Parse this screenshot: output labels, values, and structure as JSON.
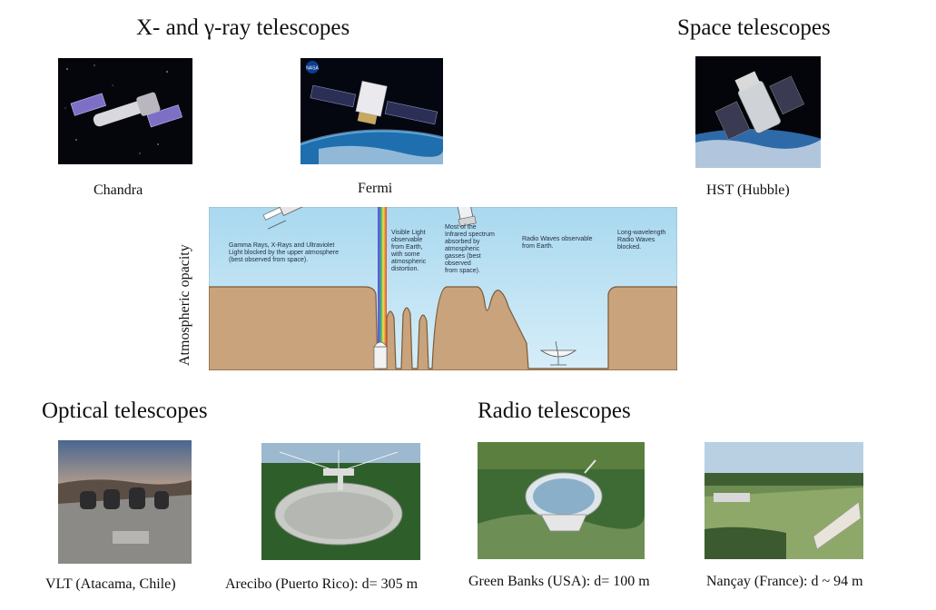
{
  "headings": {
    "xgamma": "X- and γ-ray telescopes",
    "space": "Space telescopes",
    "optical": "Optical telescopes",
    "radio": "Radio telescopes"
  },
  "captions": {
    "chandra": "Chandra",
    "fermi": "Fermi",
    "hst": "HST (Hubble)",
    "vlt": "VLT (Atacama, Chile)",
    "arecibo": "Arecibo (Puerto Rico): d= 305 m",
    "greenbank": "Green Banks (USA): d= 100 m",
    "nancay": "Nançay (France): d ~ 94 m"
  },
  "diagram": {
    "ylabel": "Atmospheric opacity",
    "notes": {
      "gamma": [
        "Gamma Rays, X-Rays and Ultraviolet",
        "Light blocked by the upper atmosphere",
        "(best observed from space)."
      ],
      "visible": [
        "Visible Light",
        "observable",
        "from Earth,",
        "with some",
        "atmospheric",
        "distortion."
      ],
      "infrared": [
        "Most of the",
        "Infrared spectrum",
        "absorbed by",
        "atmospheric",
        "gasses (best",
        "observed",
        "from space)."
      ],
      "radio": [
        "Radio Waves observable",
        "from Earth."
      ],
      "longwave": [
        "Long-wavelength",
        "Radio Waves",
        "blocked."
      ]
    }
  },
  "logo": "NASA",
  "colors": {
    "sky": "#bfe3f3",
    "ground": "#c9a37b",
    "ground_edge": "#7a5a3a"
  }
}
